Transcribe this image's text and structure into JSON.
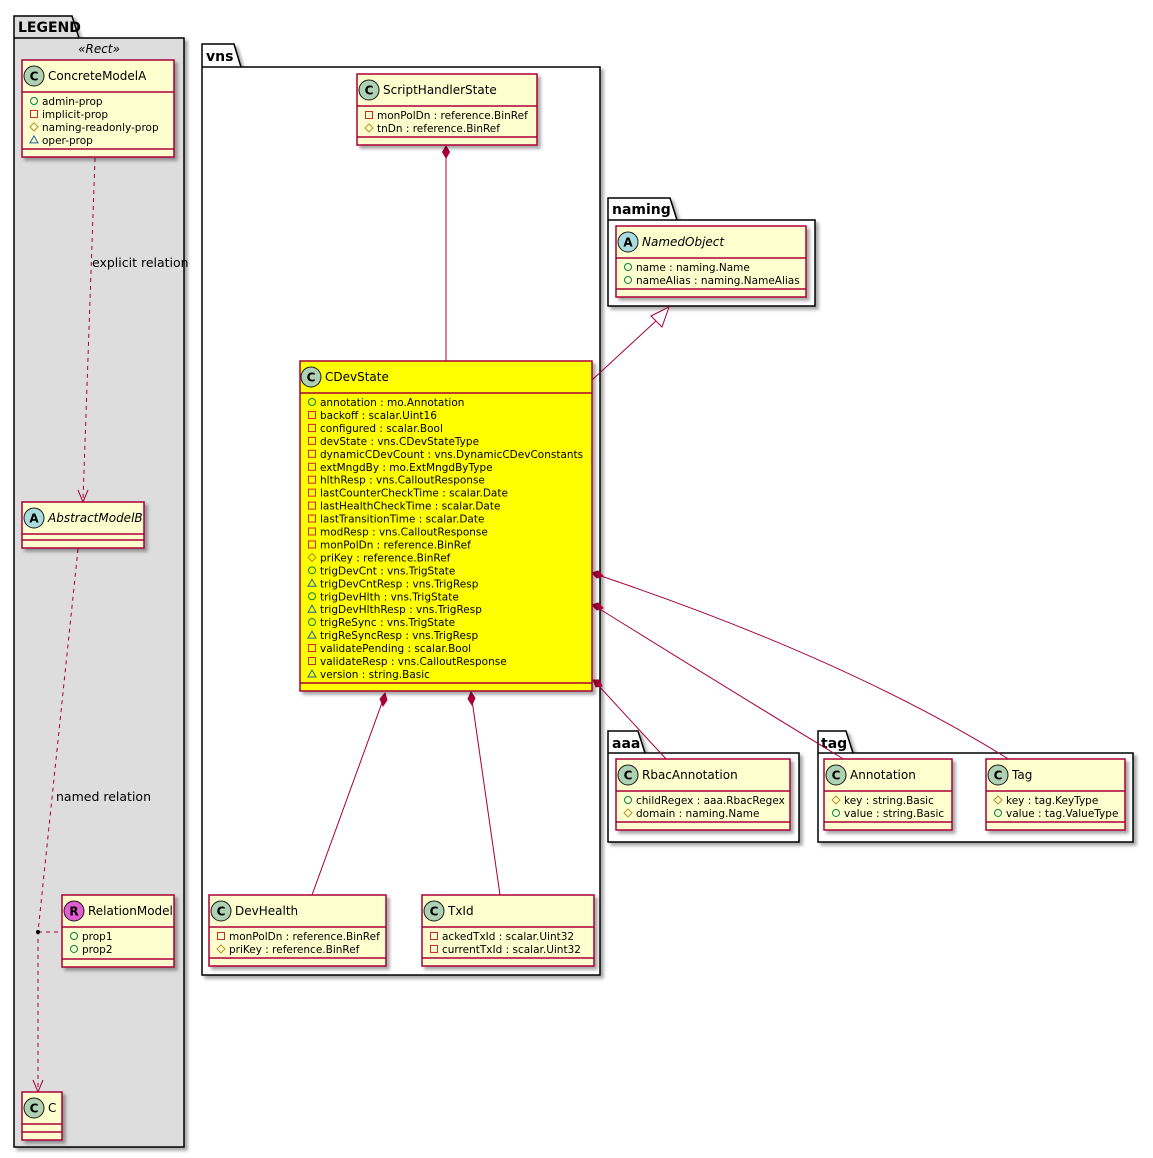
{
  "packages": {
    "legend": {
      "name": "LEGEND",
      "stereotype": "«Rect»"
    },
    "vns": {
      "name": "vns"
    },
    "naming": {
      "name": "naming"
    },
    "aaa": {
      "name": "aaa"
    },
    "tag": {
      "name": "tag"
    }
  },
  "classes": {
    "concrete_model_a": {
      "kind": "C",
      "name": "ConcreteModelA",
      "attrs": [
        "admin-prop",
        "implicit-prop",
        "naming-readonly-prop",
        "oper-prop"
      ],
      "vis": [
        "+",
        "-",
        "#",
        "~"
      ]
    },
    "abstract_model_b": {
      "kind": "A",
      "name": "AbstractModelB",
      "attrs": [],
      "vis": []
    },
    "relation_model": {
      "kind": "R",
      "name": "RelationModel",
      "attrs": [
        "prop1",
        "prop2"
      ],
      "vis": [
        "+",
        "+"
      ]
    },
    "c": {
      "kind": "C",
      "name": "C",
      "attrs": [],
      "vis": []
    },
    "script_handler_state": {
      "kind": "C",
      "name": "ScriptHandlerState",
      "attrs": [
        "monPolDn : reference.BinRef",
        "tnDn : reference.BinRef"
      ],
      "vis": [
        "-",
        "#"
      ]
    },
    "cdev_state": {
      "kind": "C",
      "name": "CDevState",
      "attrs": [
        "annotation : mo.Annotation",
        "backoff : scalar.Uint16",
        "configured : scalar.Bool",
        "devState : vns.CDevStateType",
        "dynamicCDevCount : vns.DynamicCDevConstants",
        "extMngdBy : mo.ExtMngdByType",
        "hlthResp : vns.CalloutResponse",
        "lastCounterCheckTime : scalar.Date",
        "lastHealthCheckTime : scalar.Date",
        "lastTransitionTime : scalar.Date",
        "modResp : vns.CalloutResponse",
        "monPolDn : reference.BinRef",
        "priKey : reference.BinRef",
        "trigDevCnt : vns.TrigState",
        "trigDevCntResp : vns.TrigResp",
        "trigDevHlth : vns.TrigState",
        "trigDevHlthResp : vns.TrigResp",
        "trigReSync : vns.TrigState",
        "trigReSyncResp : vns.TrigResp",
        "validatePending : scalar.Bool",
        "validateResp : vns.CalloutResponse",
        "version : string.Basic"
      ],
      "vis": [
        "+",
        "-",
        "-",
        "-",
        "-",
        "-",
        "-",
        "-",
        "-",
        "-",
        "-",
        "-",
        "#",
        "+",
        "~",
        "+",
        "~",
        "+",
        "~",
        "-",
        "-",
        "~"
      ]
    },
    "dev_health": {
      "kind": "C",
      "name": "DevHealth",
      "attrs": [
        "monPolDn : reference.BinRef",
        "priKey : reference.BinRef"
      ],
      "vis": [
        "-",
        "#"
      ]
    },
    "txid": {
      "kind": "C",
      "name": "TxId",
      "attrs": [
        "ackedTxId : scalar.Uint32",
        "currentTxId : scalar.Uint32"
      ],
      "vis": [
        "-",
        "-"
      ]
    },
    "named_object": {
      "kind": "A",
      "name": "NamedObject",
      "attrs": [
        "name : naming.Name",
        "nameAlias : naming.NameAlias"
      ],
      "vis": [
        "+",
        "+"
      ]
    },
    "rbac_annotation": {
      "kind": "C",
      "name": "RbacAnnotation",
      "attrs": [
        "childRegex : aaa.RbacRegex",
        "domain : naming.Name"
      ],
      "vis": [
        "+",
        "#"
      ]
    },
    "annotation": {
      "kind": "C",
      "name": "Annotation",
      "attrs": [
        "key : string.Basic",
        "value : string.Basic"
      ],
      "vis": [
        "#",
        "+"
      ]
    },
    "tag": {
      "kind": "C",
      "name": "Tag",
      "attrs": [
        "key : tag.KeyType",
        "value : tag.ValueType"
      ],
      "vis": [
        "#",
        "+"
      ]
    }
  },
  "edge_labels": {
    "explicit": "explicit relation",
    "named": "named relation"
  },
  "colors": {
    "class_fill": "#fefece",
    "class_border": "#a80036",
    "highlight_fill": "#ffff00",
    "legend_fill": "#dddddd",
    "badge_c": "#add1b2",
    "badge_a": "#a9dcdf",
    "badge_r": "#e25cd2",
    "edge": "#a80036"
  }
}
